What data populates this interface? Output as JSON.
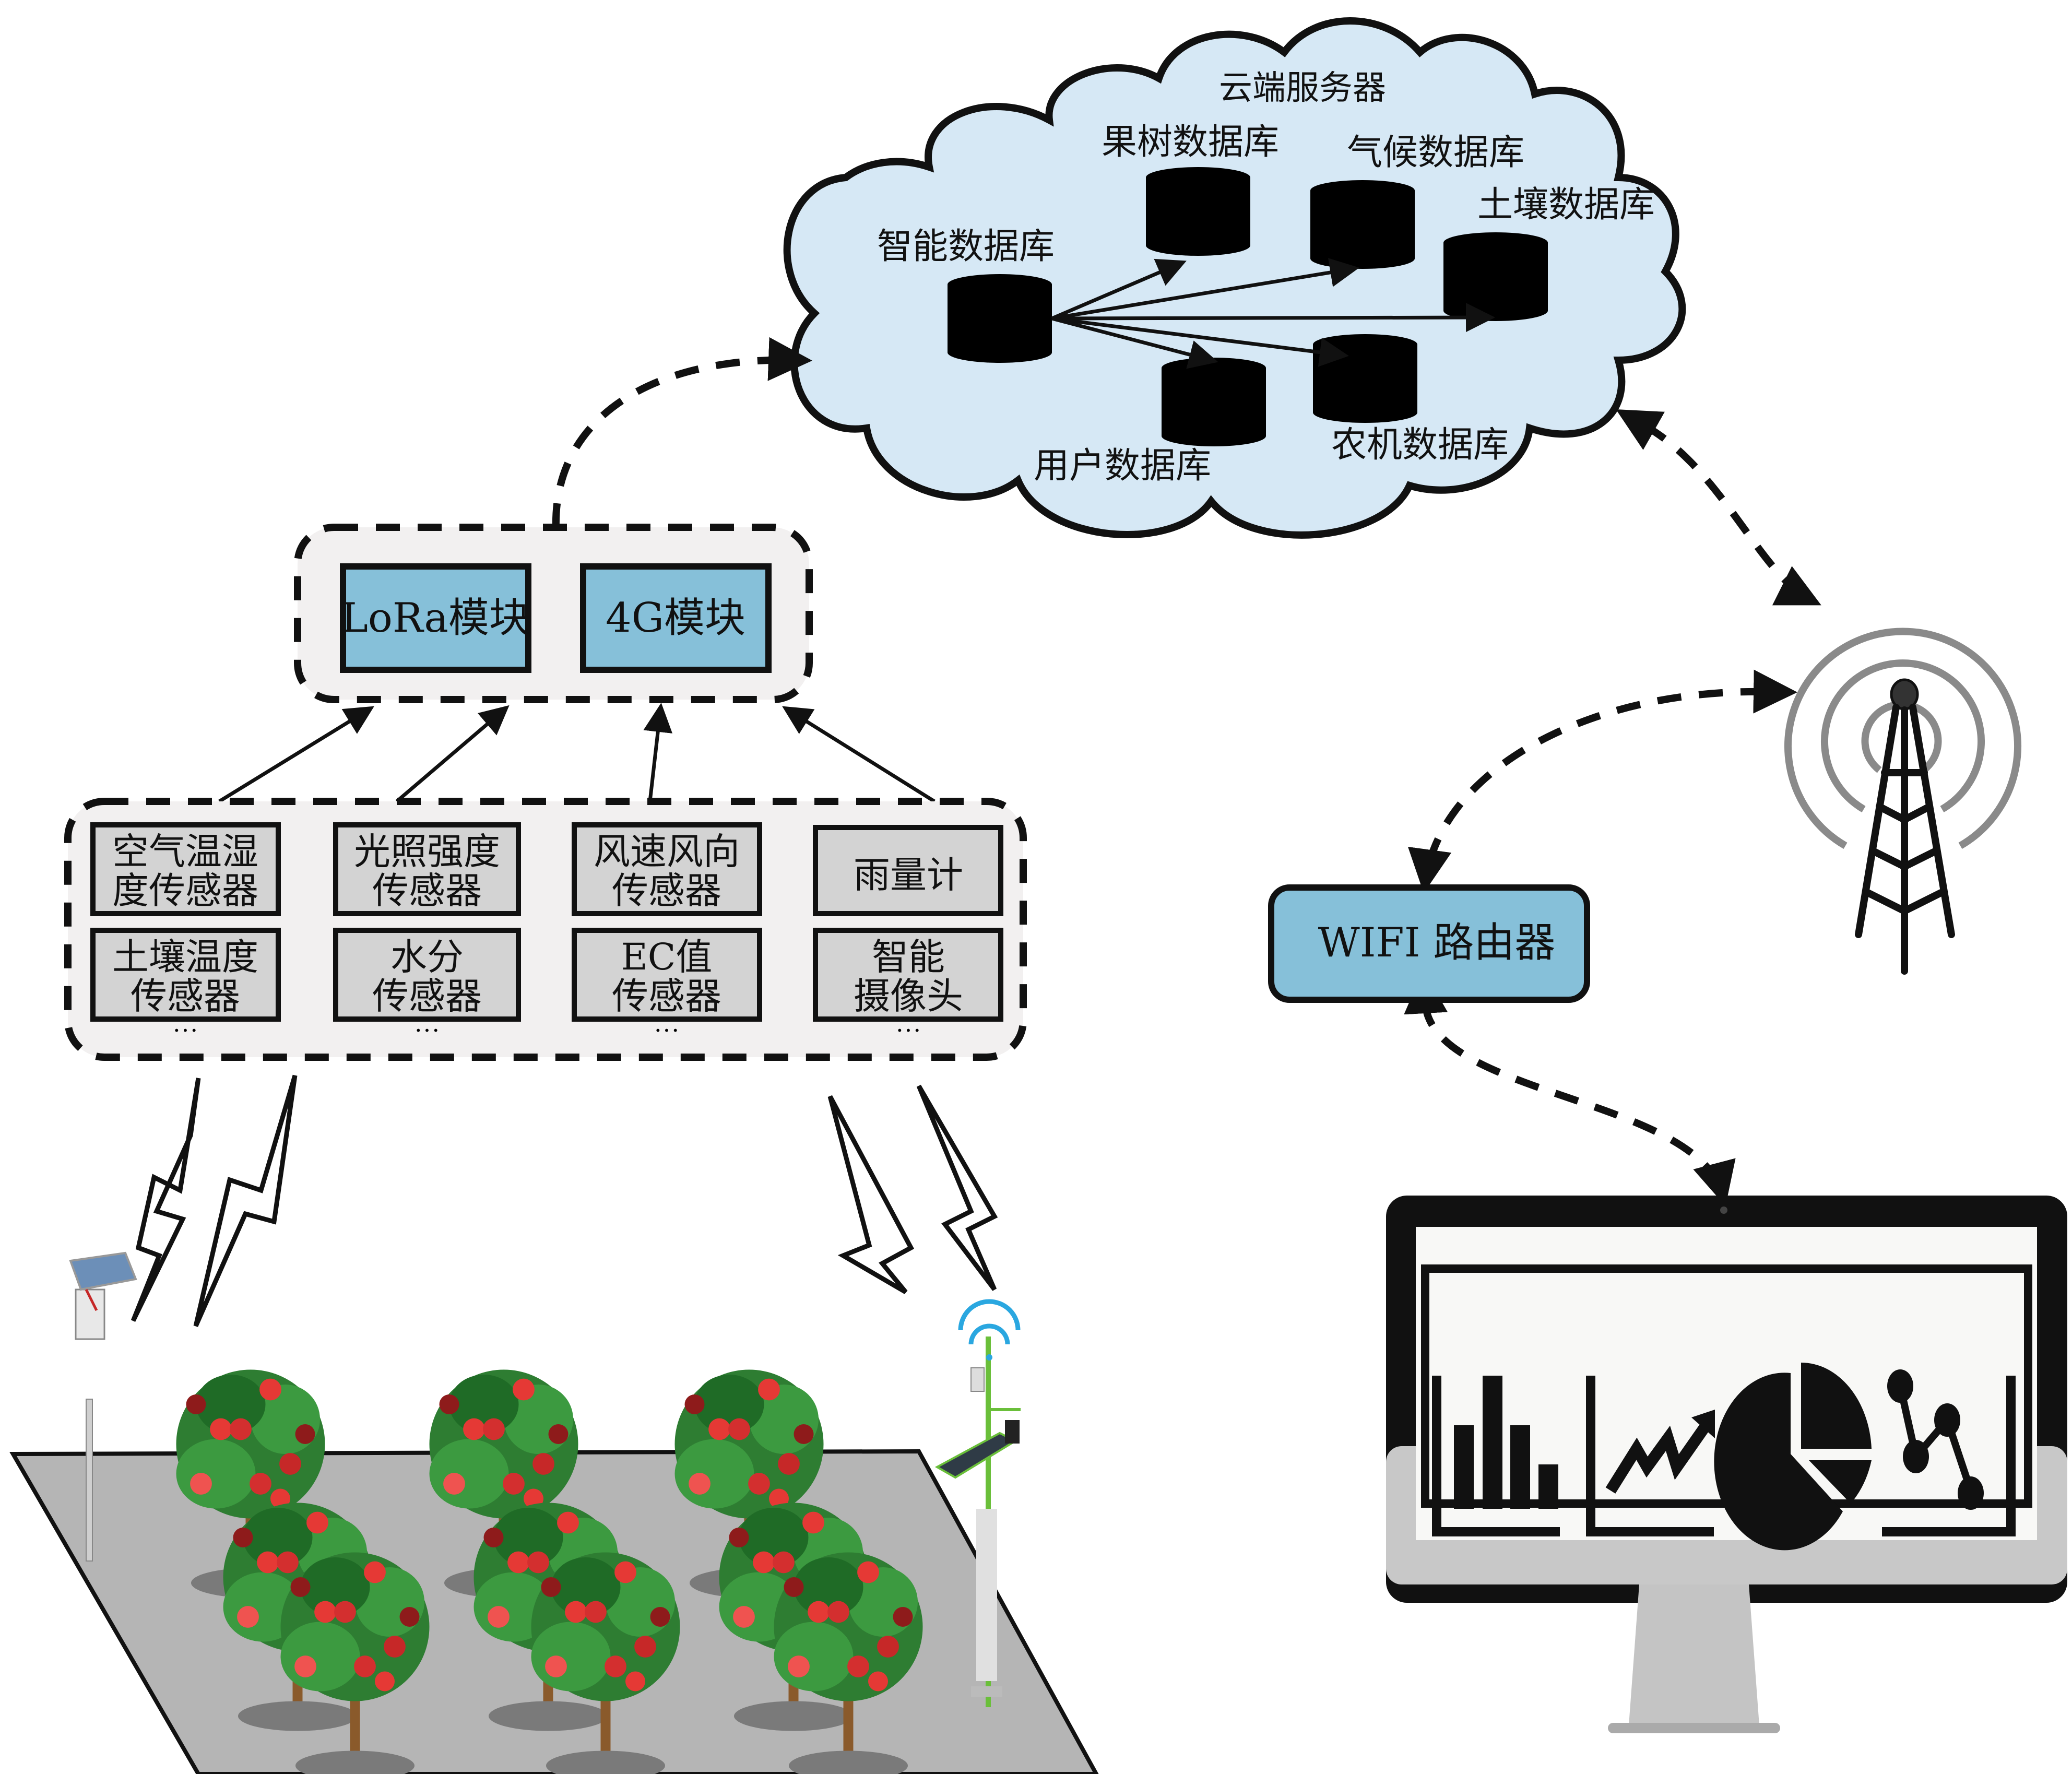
{
  "cloud": {
    "title": "云端服务器",
    "fill_color": "#d6e8f5",
    "central_db": "智能数据库",
    "databases": [
      {
        "id": "fruit-tree",
        "label": "果树数据库"
      },
      {
        "id": "climate",
        "label": "气候数据库"
      },
      {
        "id": "soil",
        "label": "土壤数据库"
      },
      {
        "id": "user",
        "label": "用户数据库"
      },
      {
        "id": "farm-machinery",
        "label": "农机数据库"
      }
    ]
  },
  "modules": {
    "items": [
      "LoRa模块",
      "4G模块"
    ],
    "fill_color": "#86c0d9"
  },
  "sensors": {
    "items": [
      {
        "line1": "空气温湿",
        "line2": "度传感器"
      },
      {
        "line1": "光照强度",
        "line2": "传感器"
      },
      {
        "line1": "风速风向",
        "line2": "传感器"
      },
      {
        "line1": "雨量计",
        "line2": ""
      },
      {
        "line1": "土壤温度",
        "line2": "传感器"
      },
      {
        "line1": "水分",
        "line2": "传感器"
      },
      {
        "line1": "EC值",
        "line2": "传感器"
      },
      {
        "line1": "智能",
        "line2": "摄像头"
      }
    ],
    "ellipsis": "···",
    "fill_color": "#d3d3d3"
  },
  "router": {
    "label": "WIFI 路由器",
    "fill_color": "#86c0d9"
  },
  "tower": {
    "icon": "cell-tower-icon"
  },
  "monitor": {
    "icons": [
      "bar-chart-icon",
      "trend-up-chart-icon",
      "pie-chart-icon",
      "line-dot-chart-icon"
    ]
  },
  "field": {
    "icon": "orchard-field",
    "devices": [
      "solar-sensor-pole",
      "weather-station"
    ]
  }
}
